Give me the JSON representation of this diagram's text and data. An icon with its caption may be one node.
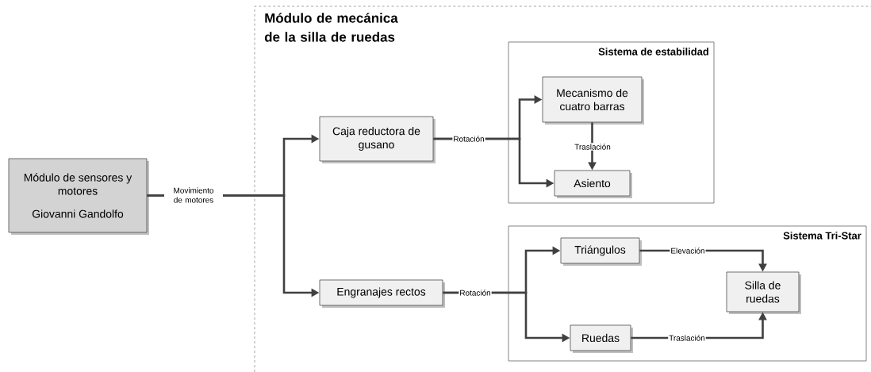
{
  "diagram": {
    "nodes": [
      {
        "text": [
          "Módulo de sensores y motores",
          "Giovanni Gandolfo"
        ]
      },
      {
        "text": [
          "Módulo de mecánica de la silla de ruedas"
        ]
      },
      {
        "text": [
          "Caja reductora de gusano"
        ],
        "in": 1
      },
      {
        "text": [
          "Engranajes rectos"
        ],
        "in": 1
      },
      {
        "text": [
          "Sistema de estabilidad"
        ],
        "in": 1
      },
      {
        "text": [
          "Mecanismo de cuatro barras"
        ],
        "in": 4
      },
      {
        "text": [
          "Asiento"
        ],
        "in": 4
      },
      {
        "text": [
          "Sistema Tri-Star"
        ],
        "in": 1
      },
      {
        "text": [
          "Triángulos"
        ],
        "in": 7
      },
      {
        "text": [
          "Ruedas"
        ],
        "in": 7
      },
      {
        "text": [
          "Silla de ruedas"
        ],
        "in": 7
      }
    ],
    "edges": [
      {
        "from": 0,
        "to": 2,
        "arrow": "to",
        "label": "Movimiento de motores"
      },
      {
        "from": 0,
        "to": 3,
        "arrow": "to"
      },
      {
        "from": 2,
        "to": 5,
        "arrow": "to",
        "label": "Rotación"
      },
      {
        "from": 2,
        "to": 6,
        "arrow": "to"
      },
      {
        "from": 5,
        "to": 6,
        "arrow": "to",
        "label": "Traslación"
      },
      {
        "from": 3,
        "to": 8,
        "arrow": "to",
        "label": "Rotación"
      },
      {
        "from": 3,
        "to": 9,
        "arrow": "to"
      },
      {
        "from": 8,
        "to": 10,
        "arrow": "to",
        "label": "Elevación"
      },
      {
        "from": 9,
        "to": 10,
        "arrow": "to",
        "label": "Traslación"
      }
    ]
  }
}
